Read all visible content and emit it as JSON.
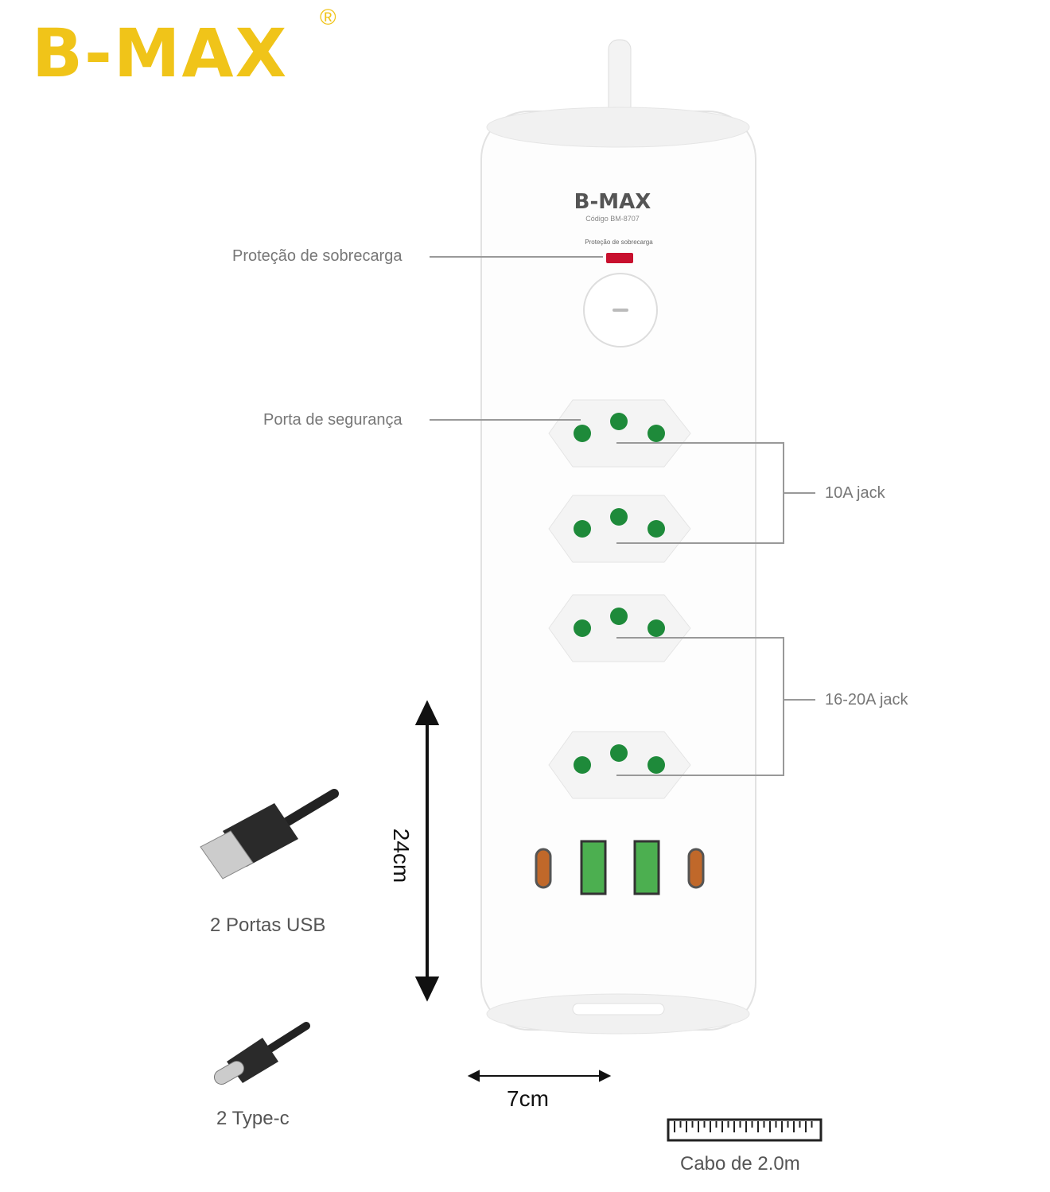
{
  "brand": {
    "logo": "B-MAX",
    "registered": "®",
    "device_logo": "B-MAX",
    "model_code": "Código BM-8707",
    "device_label": "Proteção de sobrecarga"
  },
  "callouts": {
    "overload": "Proteção de sobrecarga",
    "safety_port": "Porta de segurança",
    "jack_10a": "10A jack",
    "jack_16_20a": "16-20A jack",
    "usb": "2 Portas USB",
    "type_c": "2 Type-c",
    "height": "24cm",
    "width": "7cm",
    "cable": "Cabo de 2.0m"
  },
  "colors": {
    "brand": "#f0c419",
    "socket_pin": "#1e8a3a",
    "indicator": "#c8102e",
    "usb_port": "#4caf50",
    "typec_port": "#c0682a"
  }
}
